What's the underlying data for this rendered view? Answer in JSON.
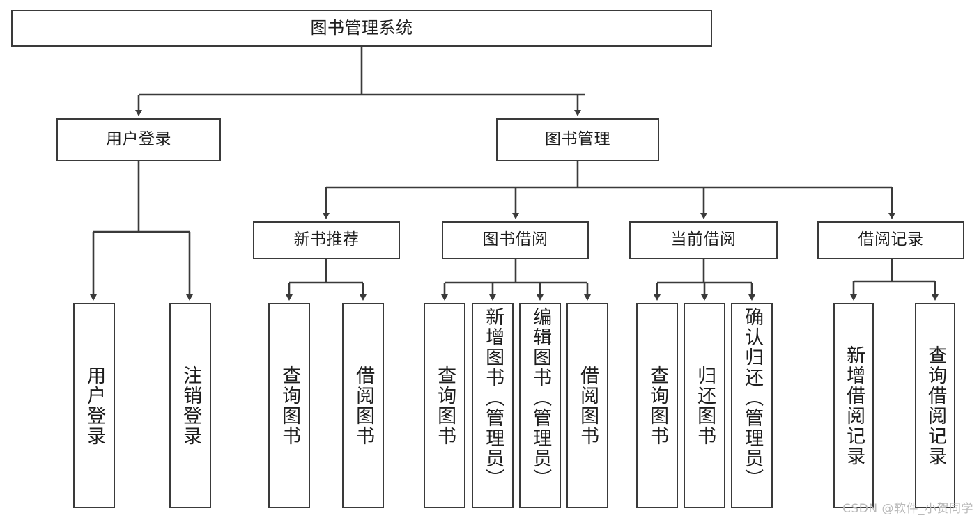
{
  "diagram": {
    "title": "图书管理系统",
    "type": "tree-hierarchy",
    "watermark": "CSDN @软件_小贺同学",
    "colors": {
      "background": "#ffffff",
      "box_border": "#3a3a3a",
      "box_fill": "#ffffff",
      "text": "#1d1d1d",
      "edge": "#3a3a3a",
      "watermark": "#b9b9b9"
    },
    "root": {
      "label": "图书管理系统"
    },
    "level1": [
      {
        "id": "user-login",
        "label": "用户登录"
      },
      {
        "id": "book-manage",
        "label": "图书管理"
      }
    ],
    "level2": [
      {
        "id": "new-book-recommend",
        "label": "新书推荐"
      },
      {
        "id": "book-borrow",
        "label": "图书借阅"
      },
      {
        "id": "current-borrow",
        "label": "当前借阅"
      },
      {
        "id": "borrow-record",
        "label": "借阅记录"
      }
    ],
    "leaves": {
      "user_login": [
        {
          "id": "leaf-user-login",
          "label": "用户登录"
        },
        {
          "id": "leaf-logout-login",
          "label": "注销登录"
        }
      ],
      "new_book_recommend": [
        {
          "id": "leaf-query-book-1",
          "label": "查询图书"
        },
        {
          "id": "leaf-borrow-book-1",
          "label": "借阅图书"
        }
      ],
      "book_borrow": [
        {
          "id": "leaf-query-book-2",
          "label": "查询图书"
        },
        {
          "id": "leaf-add-book",
          "label": "新增图书（管理员）"
        },
        {
          "id": "leaf-edit-book",
          "label": "编辑图书（管理员）"
        },
        {
          "id": "leaf-borrow-book-2",
          "label": "借阅图书"
        }
      ],
      "current_borrow": [
        {
          "id": "leaf-query-book-3",
          "label": "查询图书"
        },
        {
          "id": "leaf-return-book",
          "label": "归还图书"
        },
        {
          "id": "leaf-confirm-return",
          "label": "确认归还（管理员）"
        }
      ],
      "borrow_record": [
        {
          "id": "leaf-add-record",
          "label": "新增借阅记录"
        },
        {
          "id": "leaf-query-record",
          "label": "查询借阅记录"
        }
      ]
    }
  }
}
